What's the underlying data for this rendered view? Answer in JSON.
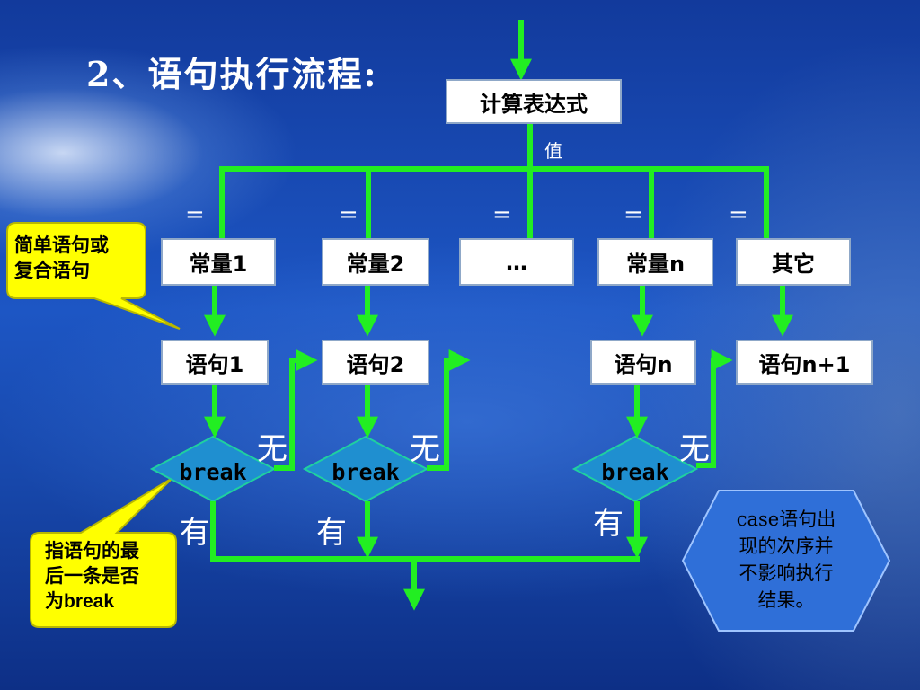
{
  "slide": {
    "title": "2、语句执行流程:"
  },
  "flowchart": {
    "expression_box": "计算表达式",
    "value_label": "值",
    "equals_labels": [
      "=",
      "=",
      "=",
      "=",
      "="
    ],
    "constant_boxes": [
      "常量1",
      "常量2",
      "…",
      "常量n",
      "其它"
    ],
    "statement_boxes": [
      "语句1",
      "语句2",
      "语句n",
      "语句n+1"
    ],
    "break_labels": [
      "break",
      "break",
      "break"
    ],
    "no_labels": [
      "无",
      "无",
      "无"
    ],
    "yes_labels": [
      "有",
      "有",
      "有"
    ]
  },
  "callouts": {
    "statement_note": [
      "简单语句或",
      "复合语句"
    ],
    "break_note": [
      "指语句的最",
      "后一条是否",
      "为break"
    ],
    "case_order_note": [
      "case语句出",
      "现的次序并",
      "不影响执行",
      "结果。"
    ]
  },
  "colors": {
    "arrow_green": "#22ee22",
    "callout_yellow": "#ffff00",
    "hexagon_fill": "#2f6fd8",
    "diamond_fill": "#1f8fd0"
  }
}
